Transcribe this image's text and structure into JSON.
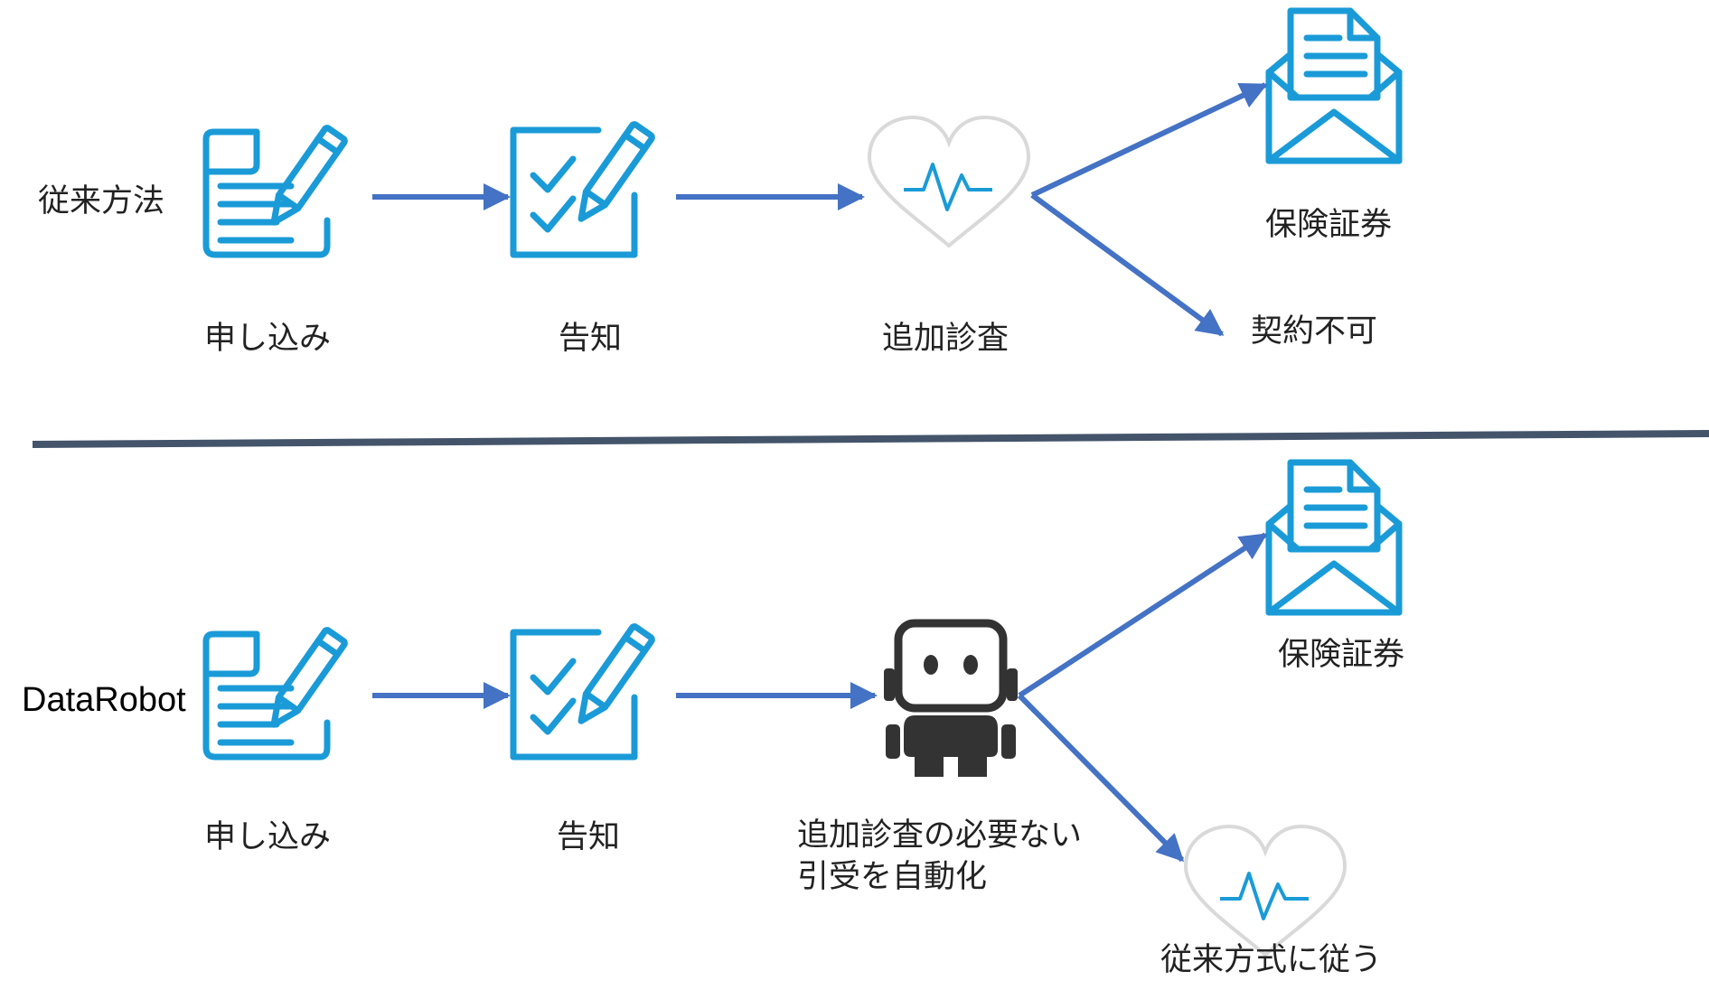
{
  "colors": {
    "icon_blue": "#1a9bd7",
    "arrow_blue": "#4472c4",
    "divider": "#44546a",
    "heart_outline": "#d9d9d9",
    "robot": "#333333"
  },
  "traditional": {
    "row_label": "従来方法",
    "steps": [
      {
        "label": "申し込み",
        "icon": "document-pencil-icon"
      },
      {
        "label": "告知",
        "icon": "checklist-pencil-icon"
      },
      {
        "label": "追加診査",
        "icon": "heart-pulse-icon"
      }
    ],
    "outcomes": [
      {
        "label": "保険証券",
        "icon": "envelope-document-icon"
      },
      {
        "label": "契約不可"
      }
    ]
  },
  "datarobot": {
    "row_label": "DataRobot",
    "steps": [
      {
        "label": "申し込み",
        "icon": "document-pencil-icon"
      },
      {
        "label": "告知",
        "icon": "checklist-pencil-icon"
      },
      {
        "label_line1": "追加診査の必要ない",
        "label_line2": "引受を自動化",
        "icon": "robot-icon"
      }
    ],
    "outcomes": [
      {
        "label": "保険証券",
        "icon": "envelope-document-icon"
      },
      {
        "label": "従来方式に従う",
        "icon": "heart-pulse-icon"
      }
    ]
  }
}
